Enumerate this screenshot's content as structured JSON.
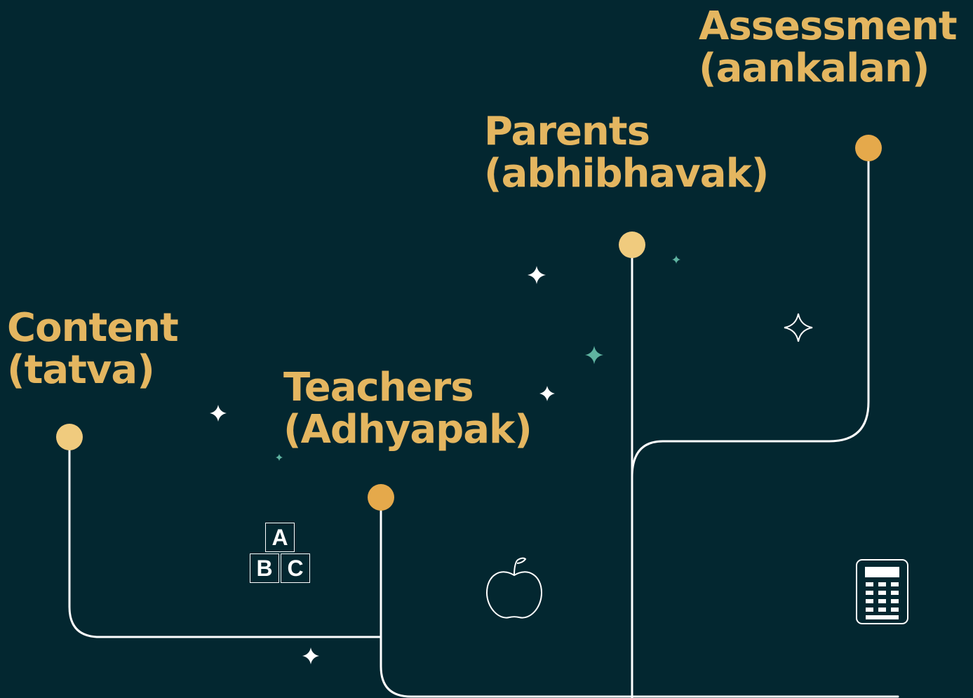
{
  "diagram": {
    "nodes": [
      {
        "id": "content",
        "title": "Content",
        "subtitle": "(tatva)"
      },
      {
        "id": "teachers",
        "title": "Teachers",
        "subtitle": "(Adhyapak)"
      },
      {
        "id": "parents",
        "title": "Parents",
        "subtitle": "(abhibhavak)"
      },
      {
        "id": "assessment",
        "title": "Assessment",
        "subtitle": "(aankalan)"
      }
    ],
    "edges": [
      {
        "from": "content",
        "to": "teachers"
      },
      {
        "from": "teachers",
        "to": "parents"
      },
      {
        "from": "assessment",
        "to": "parents"
      }
    ],
    "icons": {
      "blocks": {
        "name": "abc-blocks-icon",
        "letters": [
          "A",
          "B",
          "C"
        ]
      },
      "apple": "apple-icon",
      "calculator": "calculator-icon",
      "sparkles": "sparkle-icon"
    }
  },
  "colors": {
    "background": "#032730",
    "accent": "#E4B660",
    "node_light": "#F0CB7E",
    "node_dark": "#E5A94B",
    "line": "#FFFFFF",
    "teal_sparkle": "#5FB3A1"
  }
}
